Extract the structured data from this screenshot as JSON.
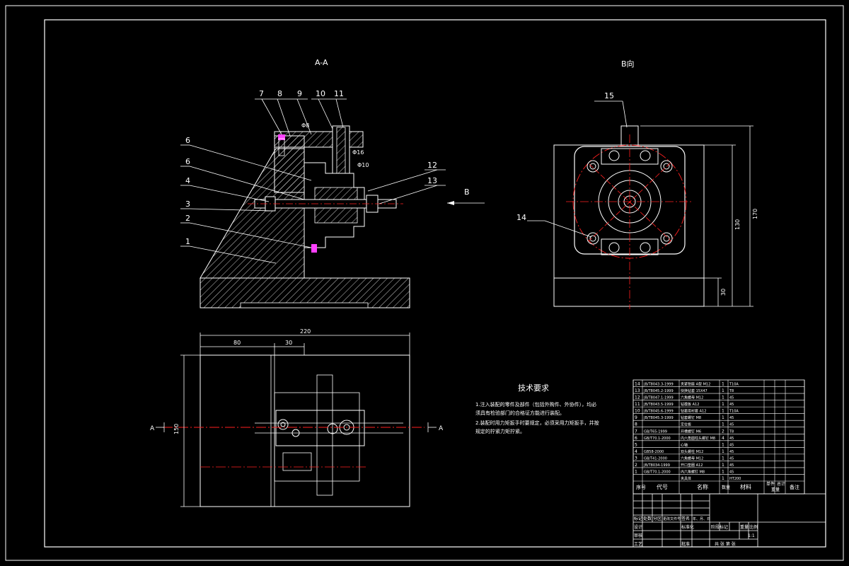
{
  "views": {
    "section_aa": {
      "title": "A-A"
    },
    "view_b": {
      "title": "B向"
    },
    "plan": {
      "left_marker": "A",
      "right_marker": "A"
    }
  },
  "section_callouts": [
    "7",
    "8",
    "9",
    "10",
    "11",
    "6",
    "6",
    "4",
    "3",
    "2",
    "1",
    "12",
    "13"
  ],
  "view_b_callouts": [
    "15",
    "14"
  ],
  "arrow_label": "B",
  "dimensions": {
    "overall_width": "220",
    "width_left": "80",
    "width_mid": "30",
    "plan_height": "150",
    "view_height_outer": "170",
    "view_height_inner": "130",
    "base_height": "30",
    "fit_a": "Φ8",
    "fit_b": "Φ16",
    "fit_c": "Φ10"
  },
  "tech_requirements": {
    "heading": "技术要求",
    "lines": [
      "1.注入装配的零件及部件（包括外购件、外协件），均必",
      "须具有检验部门的合格证方能进行装配。",
      "2.装配时用力矩扳手时要规定，必须采用力矩扳手，并按",
      "规定的拧紧力矩拧紧。"
    ]
  },
  "bom": {
    "rows": [
      {
        "no": "14",
        "code": "JB/T8043.3-1999",
        "name": "夹紧钳座 A型 M12",
        "qty": "1",
        "mat": "T10A"
      },
      {
        "no": "13",
        "code": "JB/T8045.2-1999",
        "name": "快换钻套 15X47",
        "qty": "1",
        "mat": "T8"
      },
      {
        "no": "12",
        "code": "JB/T8047.1-1999",
        "name": "六角螺母 M12",
        "qty": "1",
        "mat": "45"
      },
      {
        "no": "11",
        "code": "JB/T8043.5-1999",
        "name": "钻模板 A12",
        "qty": "1",
        "mat": "45"
      },
      {
        "no": "10",
        "code": "JB/T8045.6-1999",
        "name": "钻套用衬套 A12",
        "qty": "1",
        "mat": "T10A"
      },
      {
        "no": "9",
        "code": "JB/T8045.3-1999",
        "name": "钻套螺钉 M8",
        "qty": "1",
        "mat": "45"
      },
      {
        "no": "8",
        "code": "",
        "name": "定位板",
        "qty": "1",
        "mat": "45"
      },
      {
        "no": "7",
        "code": "GB/T65-1999",
        "name": "开槽螺钉 M6",
        "qty": "2",
        "mat": "T8"
      },
      {
        "no": "6",
        "code": "GB/T70.1-2000",
        "name": "内六角圆柱头螺钉 M8",
        "qty": "4",
        "mat": "45"
      },
      {
        "no": "5",
        "code": "",
        "name": "心轴",
        "qty": "1",
        "mat": "45"
      },
      {
        "no": "4",
        "code": "GB58-2000",
        "name": "双头螺柱 M12",
        "qty": "1",
        "mat": "45"
      },
      {
        "no": "3",
        "code": "GB/T41-2000",
        "name": "六角螺母 M12",
        "qty": "1",
        "mat": "45"
      },
      {
        "no": "2",
        "code": "JB/T8034-1999",
        "name": "开口垫圈 A12",
        "qty": "1",
        "mat": "45"
      },
      {
        "no": "1",
        "code": "GB/T70.1-2000",
        "name": "内六角螺钉 M8",
        "qty": "1",
        "mat": "45"
      },
      {
        "no": "",
        "code": "",
        "name": "夹具体",
        "qty": "1",
        "mat": "HT200"
      }
    ],
    "header": {
      "no": "序号",
      "code": "代号",
      "name": "名称",
      "qty": "数量",
      "mat": "材料",
      "unit_weight": "单件",
      "total_weight": "总计",
      "weight": "重量",
      "remark": "备注"
    }
  },
  "title_block": {
    "row1": [
      "标记",
      "处数",
      "分区",
      "更改文件号",
      "签名",
      "年、月、日"
    ],
    "design": "设计",
    "standard": "标准化",
    "review": "审核",
    "process": "工艺",
    "approve": "批准",
    "stage": "阶段标记",
    "weight": "重量",
    "scale": "比例",
    "scale_value": "1:1",
    "sheets": "共  张  第  张"
  },
  "colors": {
    "line": "#ffffff",
    "center": "#ff2020",
    "hatch": "#ffffff",
    "highlight": "#ff40ff"
  }
}
